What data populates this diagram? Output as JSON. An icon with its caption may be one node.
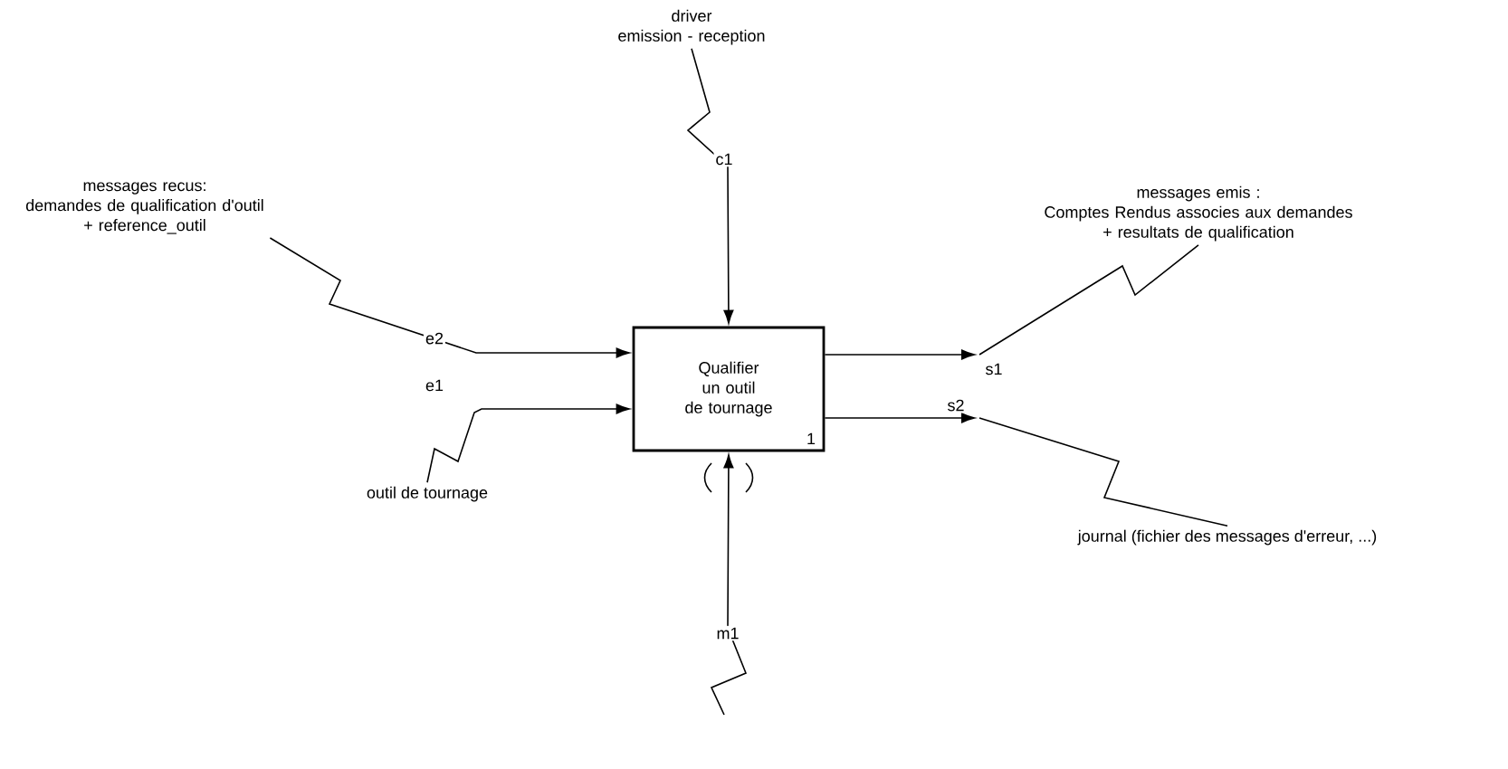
{
  "diagram": {
    "nodes": [
      {
        "text": [
          "Qualifier un outil de tournage",
          "1"
        ]
      },
      {
        "text": [
          "driver emission - reception"
        ]
      },
      {
        "text": [
          "messages recus: demandes de qualification d'outil + reference_outil"
        ]
      },
      {
        "text": [
          "outil de tournage"
        ]
      },
      {
        "text": [
          "messages emis : Comptes Rendus associes aux demandes + resultats de qualification"
        ]
      },
      {
        "text": [
          "journal (fichier des messages d'erreur, ...)"
        ]
      }
    ],
    "edges": [
      {
        "from": 1,
        "to": 0,
        "arrow": "to",
        "label": "c1"
      },
      {
        "from": 2,
        "to": 0,
        "arrow": "to",
        "label": "e2"
      },
      {
        "from": 3,
        "to": 0,
        "arrow": "to",
        "label": "e1"
      },
      {
        "from": 0,
        "to": null,
        "arrow": "to",
        "label": "s1"
      },
      {
        "from": 0,
        "to": null,
        "arrow": "to",
        "label": "s2"
      },
      {
        "from": null,
        "to": 0,
        "arrow": "to",
        "label": "m1"
      },
      {
        "from": 4,
        "to": null,
        "arrow": "none"
      },
      {
        "from": 5,
        "to": null,
        "arrow": "none"
      }
    ]
  }
}
